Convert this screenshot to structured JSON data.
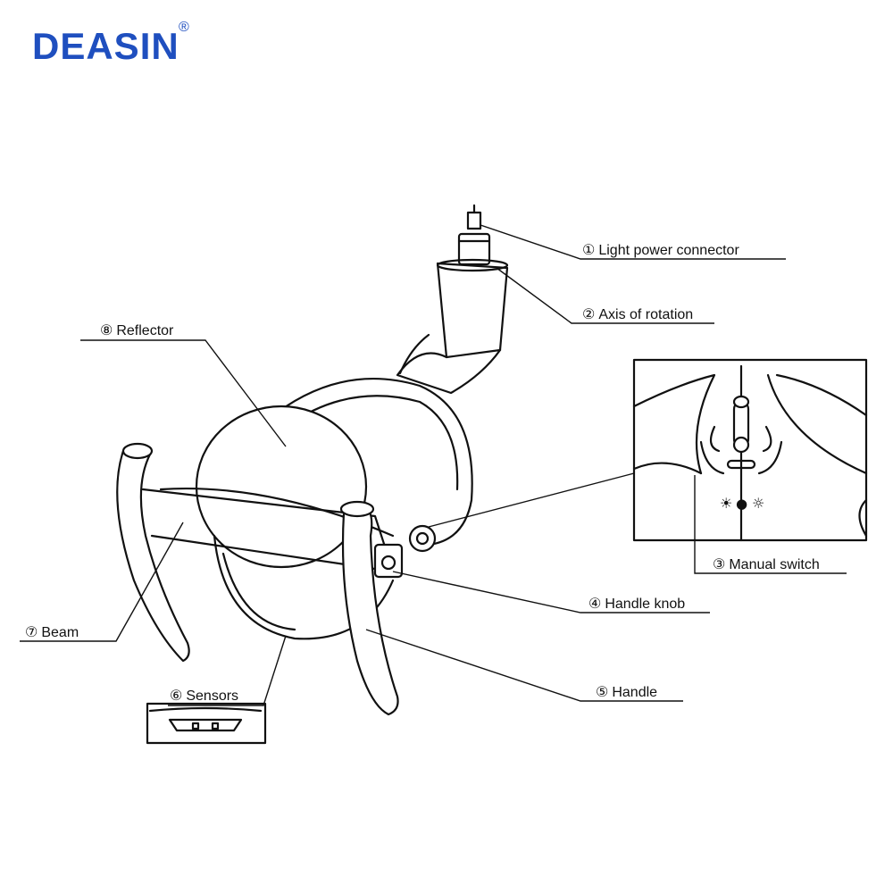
{
  "brand": {
    "name": "DEASIN",
    "registered_mark": "®"
  },
  "callouts": [
    {
      "id": "light-power-connector",
      "number": "①",
      "label": "Light power connector"
    },
    {
      "id": "axis-of-rotation",
      "number": "②",
      "label": "Axis of rotation"
    },
    {
      "id": "manual-switch",
      "number": "③",
      "label": "Manual switch"
    },
    {
      "id": "handle-knob",
      "number": "④",
      "label": "Handle knob"
    },
    {
      "id": "handle",
      "number": "⑤",
      "label": "Handle"
    },
    {
      "id": "sensors",
      "number": "⑥",
      "label": "Sensors"
    },
    {
      "id": "beam",
      "number": "⑦",
      "label": "Beam"
    },
    {
      "id": "reflector",
      "number": "⑧",
      "label": "Reflector"
    }
  ],
  "switch_symbols": {
    "dim": "☀",
    "indicator": "●",
    "bright": "☼"
  },
  "colors": {
    "brand": "#1f4fbf",
    "line": "#111111"
  }
}
